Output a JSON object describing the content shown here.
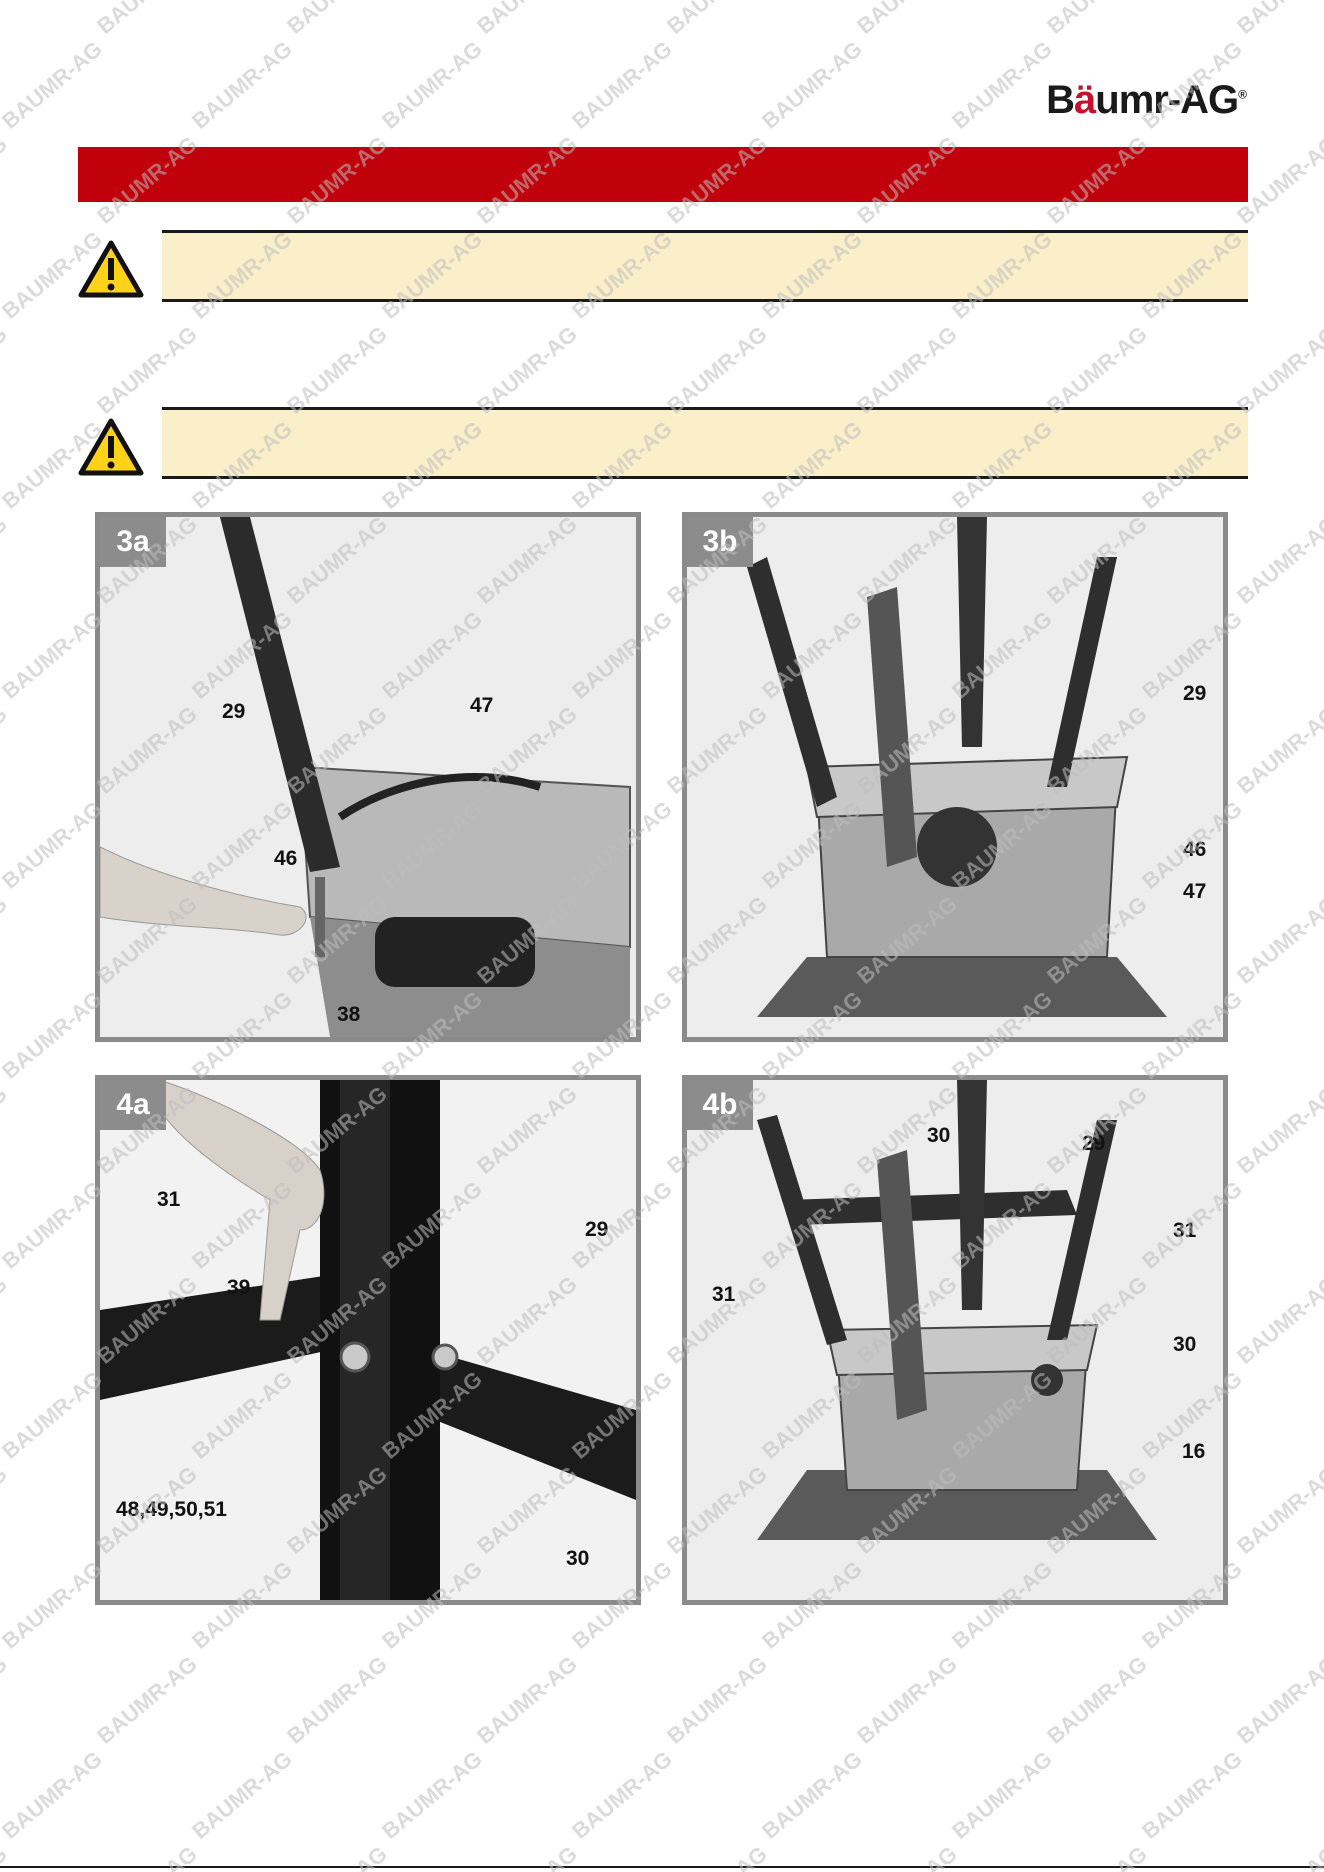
{
  "brand": {
    "logo_text_before": "B",
    "logo_umlaut": "ä",
    "logo_text_after": "umr-AG",
    "logo_reg": "®",
    "accent": "#c0000b"
  },
  "watermark": {
    "text": "BAUMR-AG",
    "color": "#bdbdbd"
  },
  "warnings": [
    {
      "icon": "warning-triangle-icon"
    },
    {
      "icon": "warning-triangle-icon"
    }
  ],
  "figures": [
    {
      "id": "3a",
      "labels": [
        "29",
        "47",
        "46",
        "38"
      ]
    },
    {
      "id": "3b",
      "labels": [
        "29",
        "46",
        "47"
      ]
    },
    {
      "id": "4a",
      "labels": [
        "31",
        "29",
        "39",
        "48,49,50,51",
        "30"
      ]
    },
    {
      "id": "4b",
      "labels": [
        "30",
        "29",
        "31",
        "31",
        "30",
        "16"
      ]
    }
  ]
}
